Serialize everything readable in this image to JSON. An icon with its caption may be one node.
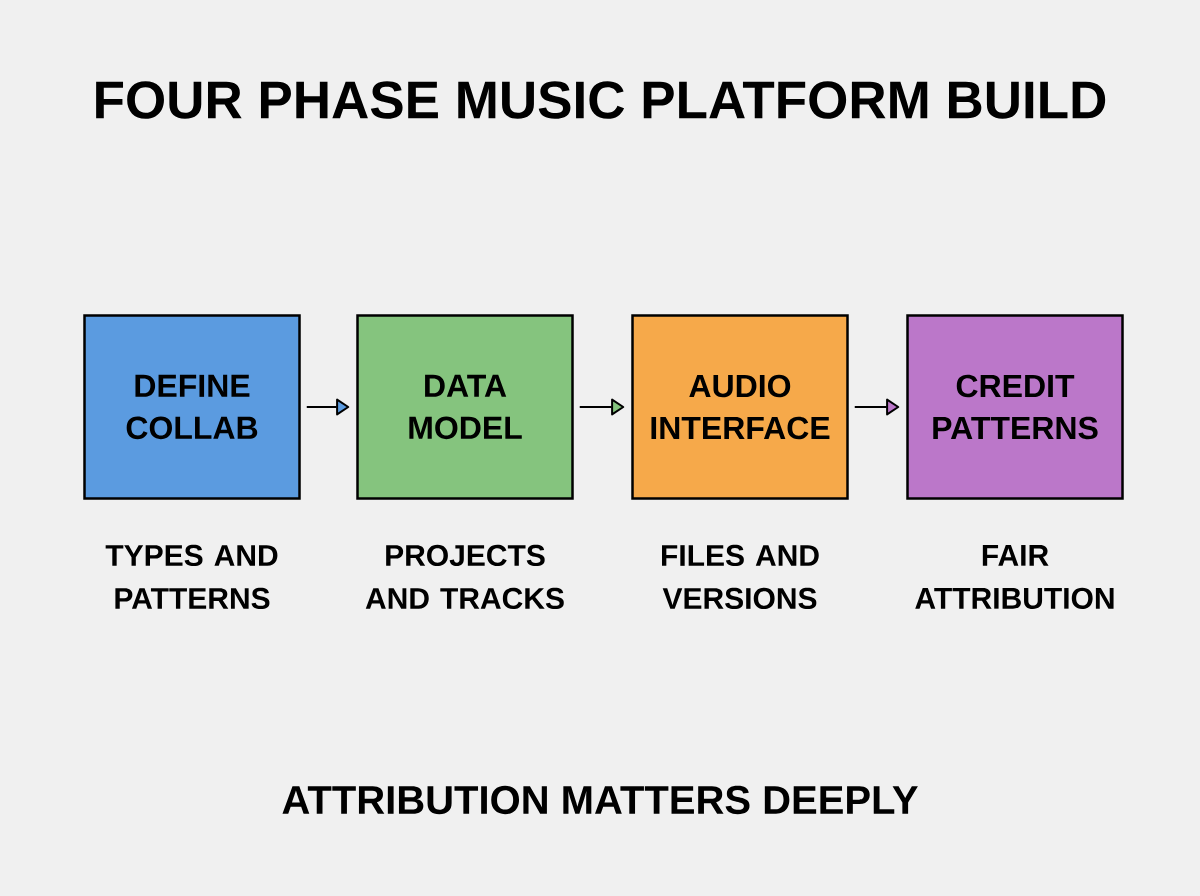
{
  "diagram": {
    "title": "FOUR PHASE MUSIC PLATFORM BUILD",
    "nodes": [
      {
        "text": [
          "DEFINE COLLAB"
        ],
        "beside": [
          "TYPES AND PATTERNS"
        ]
      },
      {
        "text": [
          "DATA MODEL"
        ],
        "beside": [
          "PROJECTS AND TRACKS"
        ]
      },
      {
        "text": [
          "AUDIO INTERFACE"
        ],
        "beside": [
          "FILES AND VERSIONS"
        ]
      },
      {
        "text": [
          "CREDIT PATTERNS"
        ],
        "beside": [
          "FAIR ATTRIBUTION"
        ]
      }
    ],
    "edges": [
      {
        "from": 0,
        "to": 1,
        "arrow": "to"
      },
      {
        "from": 1,
        "to": 2,
        "arrow": "to"
      },
      {
        "from": 2,
        "to": 3,
        "arrow": "to"
      }
    ],
    "caption": "ATTRIBUTION MATTERS DEEPLY"
  }
}
